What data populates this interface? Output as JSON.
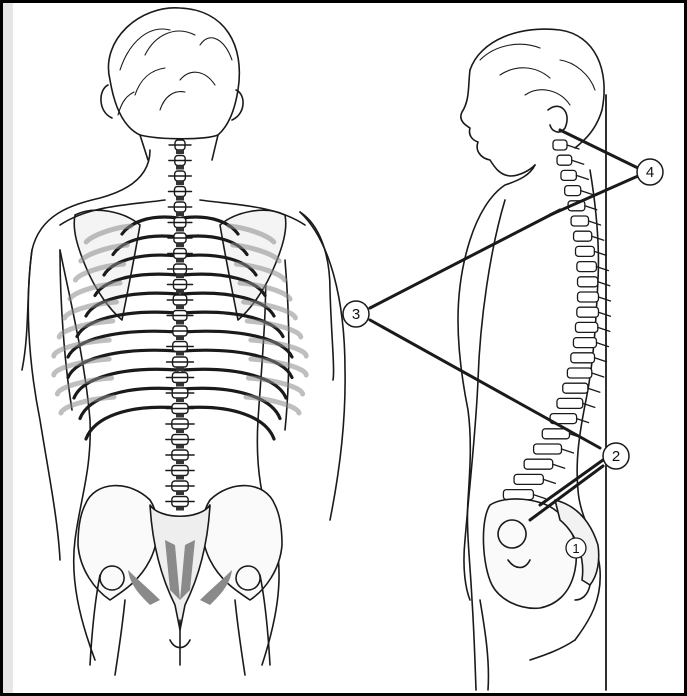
{
  "figure": {
    "frame_color": "#000000",
    "ink_color": "#1a1a1a",
    "shade_color": "#8a8a8a"
  },
  "back_view": {
    "parts": [
      "head",
      "hair",
      "ears",
      "neck",
      "shoulders",
      "arms",
      "scapulae",
      "rib-cage",
      "spine",
      "pelvis",
      "femurs"
    ]
  },
  "side_view": {
    "parts": [
      "head",
      "face",
      "ear",
      "torso",
      "arm",
      "spine",
      "sacrum",
      "pelvis",
      "wall-line"
    ]
  },
  "callouts": [
    {
      "id": "c1",
      "label": "1"
    },
    {
      "id": "c2",
      "label": "2"
    },
    {
      "id": "c3",
      "label": "3"
    },
    {
      "id": "c4",
      "label": "4"
    }
  ]
}
